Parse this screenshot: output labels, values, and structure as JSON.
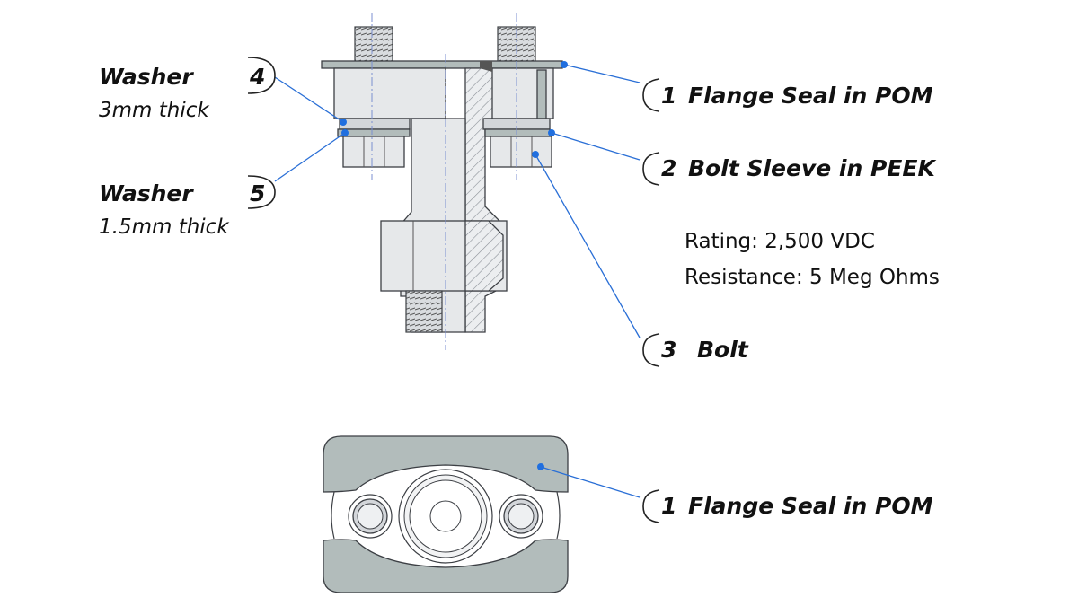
{
  "callouts": {
    "flange_seal_top": {
      "number": "1",
      "text": "Flange Seal in POM"
    },
    "bolt_sleeve": {
      "number": "2",
      "text": "Bolt Sleeve in PEEK"
    },
    "bolt": {
      "number": "3",
      "text": "Bolt"
    },
    "washer_3mm": {
      "number": "4",
      "title": "Washer",
      "subtitle": "3mm thick"
    },
    "washer_1_5mm": {
      "number": "5",
      "title": "Washer",
      "subtitle": "1.5mm thick"
    },
    "flange_seal_bottom": {
      "number": "1",
      "text": "Flange Seal in POM"
    }
  },
  "specs": {
    "rating": "Rating: 2,500 VDC",
    "resistance": "Resistance: 5 Meg Ohms"
  },
  "colors": {
    "leader": "#2a6fd6",
    "seal": "#b2bcbb",
    "metal": "#e6e8ea"
  }
}
